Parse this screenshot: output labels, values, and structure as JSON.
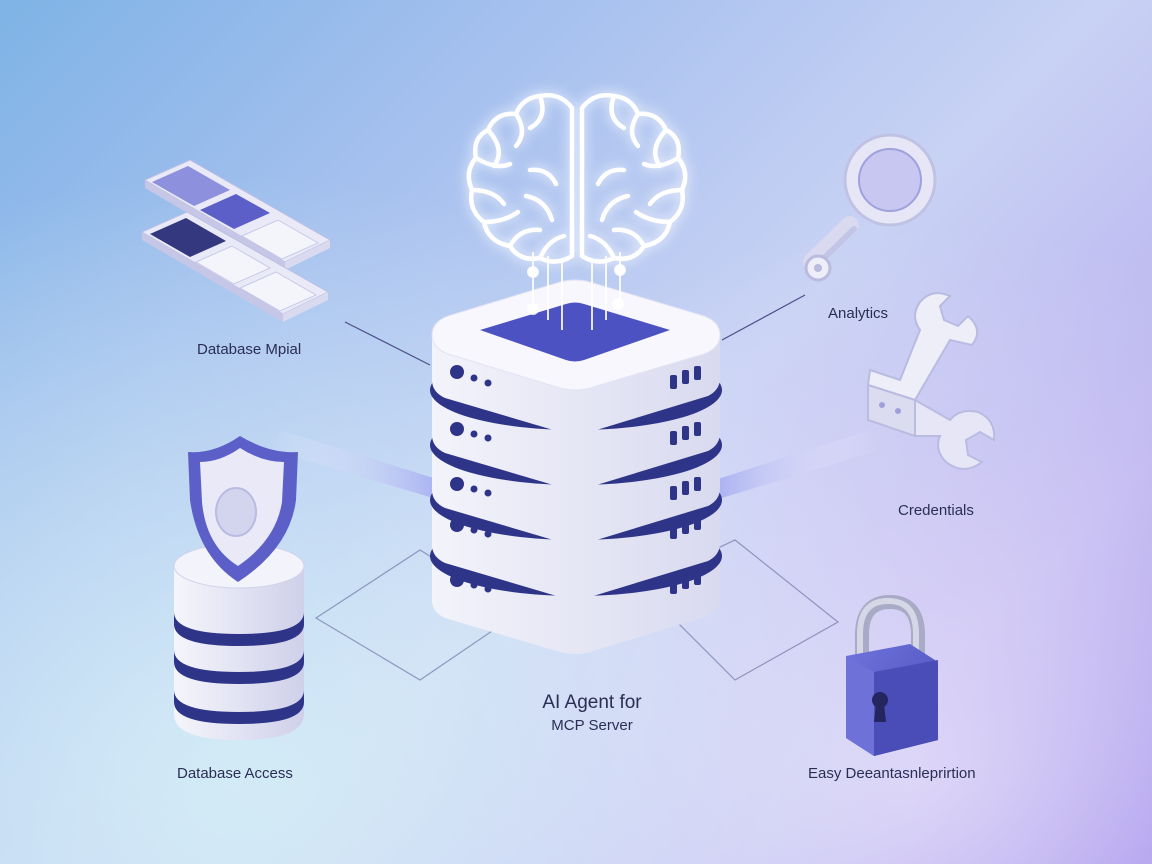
{
  "labels": {
    "top_left": "Database Mpial",
    "top_right": "Analytics",
    "middle_right": "Credentials",
    "bottom_left": "Database Access",
    "bottom_right": "Easy Deeantasnleprirtion"
  },
  "center": {
    "line1": "AI Agent for",
    "line2": "MCP Server"
  },
  "colors": {
    "accent_dark": "#2e3487",
    "accent": "#5b5fc7",
    "device_light": "#eeeef8"
  },
  "icons": [
    "brain-icon",
    "server-stack-icon",
    "table-grid-icon",
    "magnifier-icon",
    "wrench-icon",
    "shield-icon",
    "database-cylinder-icon",
    "padlock-icon"
  ]
}
